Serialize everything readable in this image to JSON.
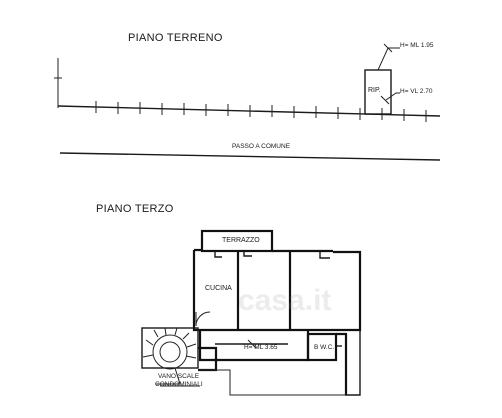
{
  "sections": {
    "ground_floor_title": "PIANO TERRENO",
    "third_floor_title": "PIANO TERZO"
  },
  "ground_floor": {
    "height_label_1": "H= ML 1.95",
    "height_label_2": "H= VL 2.70",
    "storage_label": "RIP.",
    "passage_label": "PASSO A COMUNE"
  },
  "third_floor": {
    "terrace_label": "TERRAZZO",
    "kitchen_label": "CUCINA",
    "height_label": "H= ML 3.65",
    "bath_label": "B W.C.",
    "stair_label_line1": "VANO SCALE",
    "stair_label_line2": "CONDOMINIALI"
  },
  "watermark": "casa.it"
}
